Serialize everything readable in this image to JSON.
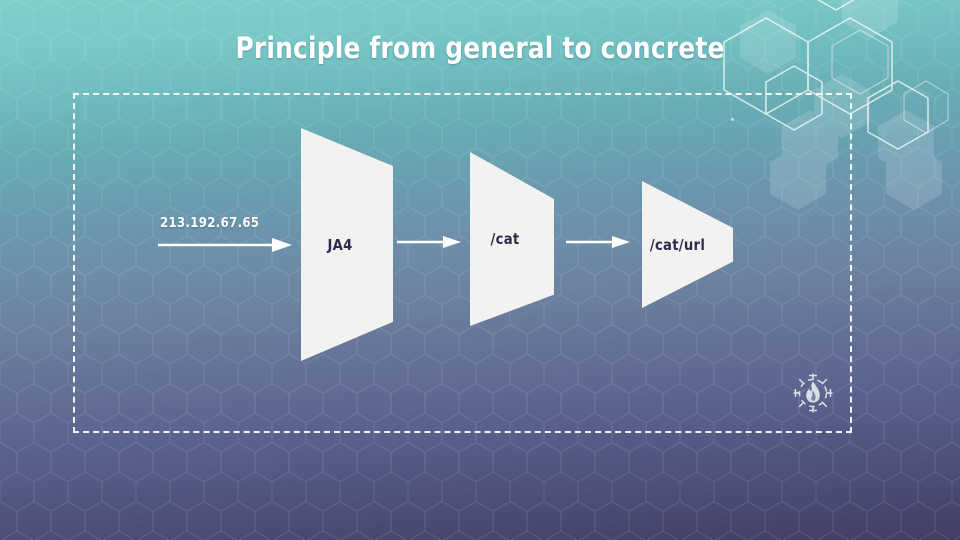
{
  "slide": {
    "title": "Principle from general to concrete",
    "background": {
      "top_color": "#7ed0cb",
      "mid_color": "#6a8ba6",
      "bottom_color": "#433d63"
    },
    "frame": {
      "name": "dashed-content-frame",
      "border_color": "#ffffff",
      "style": "dashed"
    }
  },
  "flow": {
    "source_label": "213.192.67.65",
    "steps": [
      {
        "label": "JA4",
        "shape": "trapezoid",
        "fill": "#f2f2f0",
        "text_color": "#2e2a4e"
      },
      {
        "label": "/cat",
        "shape": "trapezoid",
        "fill": "#f2f2f0",
        "text_color": "#2e2a4e"
      },
      {
        "label": "/cat/url",
        "shape": "trapezoid",
        "fill": "#f2f2f0",
        "text_color": "#2e2a4e"
      }
    ],
    "connectors": [
      {
        "name": "arrow-source-to-step-1",
        "direction": "right",
        "color": "#ffffff"
      },
      {
        "name": "arrow-step-1-to-step-2",
        "direction": "right",
        "color": "#ffffff"
      },
      {
        "name": "arrow-step-2-to-step-3",
        "direction": "right",
        "color": "#ffffff"
      }
    ]
  },
  "decorations": {
    "hexagon_cluster": "hexagon-cluster-icon",
    "hexagon_texture": "hexagon-pattern-icon",
    "brand_emblem": "flame-crosshair-icon"
  }
}
